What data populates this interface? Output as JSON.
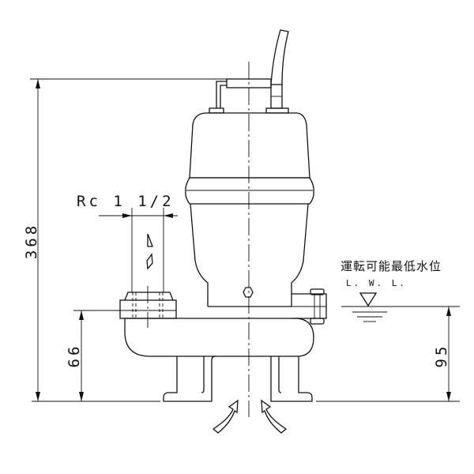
{
  "drawing": {
    "dimensions": {
      "overall_height": "368",
      "outlet_height": "66",
      "water_level_height": "95",
      "outlet_size": "Rc 1 1/2"
    },
    "water_level": {
      "label_jp": "運転可能最低水位",
      "label_abbr": "L. W. L."
    }
  }
}
